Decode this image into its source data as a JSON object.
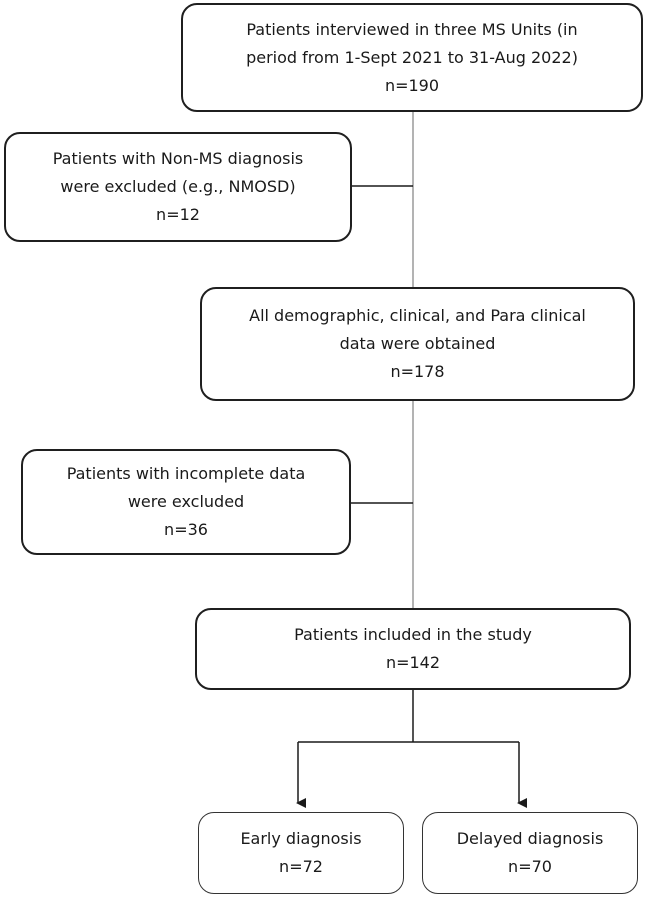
{
  "boxes": {
    "interviewed": {
      "lines": [
        "Patients interviewed in three MS Units (in",
        "period from 1-Sept 2021 to 31-Aug 2022)"
      ],
      "count": "n=190"
    },
    "non_ms_excluded": {
      "lines": [
        "Patients with Non-MS diagnosis",
        "were excluded (e.g., NMOSD)"
      ],
      "count": "n=12"
    },
    "data_obtained": {
      "lines": [
        "All demographic, clinical, and Para clinical",
        "data were obtained"
      ],
      "count": "n=178"
    },
    "incomplete_excluded": {
      "lines": [
        "Patients with incomplete data",
        "were excluded"
      ],
      "count": "n=36"
    },
    "included": {
      "lines": [
        "Patients included in the study"
      ],
      "count": "n=142"
    },
    "early": {
      "lines": [
        "Early diagnosis"
      ],
      "count": "n=72"
    },
    "delayed": {
      "lines": [
        "Delayed diagnosis"
      ],
      "count": "n=70"
    }
  }
}
